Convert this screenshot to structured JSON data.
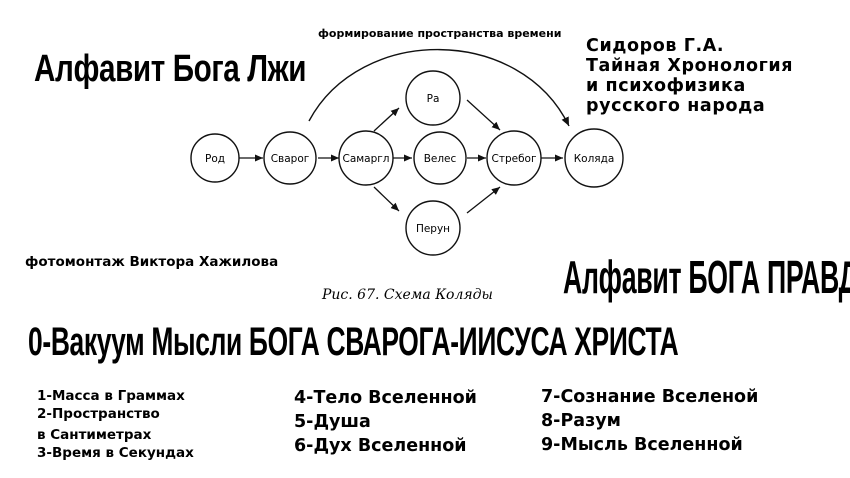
{
  "titles": {
    "lie": "Алфавит Бога Лжи",
    "truth": "Алфавит БОГА ПРАВДЫ",
    "vacuum": "0-Вакуум Мысли БОГА СВАРОГА-ИИСУСА ХРИСТА"
  },
  "author": {
    "line1": "Сидоров Г.А.",
    "line2": "Тайная Хронология",
    "line3": "и психофизика",
    "line4": "русского народа"
  },
  "photomontage": "фотомонтаж Виктора Хажилова",
  "diagram": {
    "top_label": "формирование пространства времени",
    "caption": "Рис. 67. Схема Коляды",
    "nodes": {
      "rod": "Род",
      "svarog": "Сварог",
      "samargl": "Самаргл",
      "veles": "Велес",
      "ra": "Ра",
      "perun": "Перун",
      "stribog": "Стребог",
      "kolyada": "Коляда"
    }
  },
  "list": {
    "col1": [
      "1-Масса в Граммах",
      "2-Пространство",
      "в Сантиметрах",
      "3-Время в Секундах"
    ],
    "col2": [
      "4-Тело Вселенной",
      "5-Душа",
      "6-Дух Вселенной"
    ],
    "col3": [
      "7-Сознание Вселеной",
      "8-Разум",
      "9-Мысль Вселенной"
    ]
  }
}
